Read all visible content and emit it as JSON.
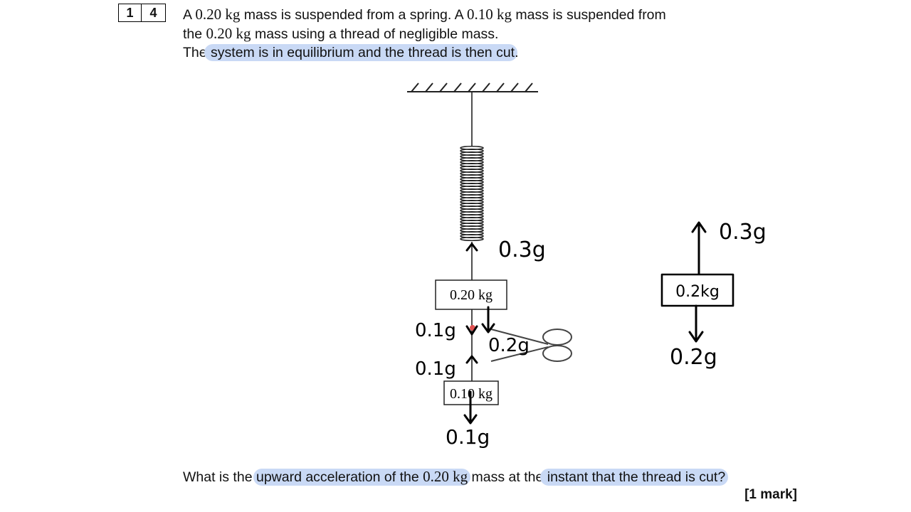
{
  "question": {
    "number_digits": [
      "1",
      "4"
    ],
    "intro": {
      "l1_a": "A ",
      "l1_m1": "0.20 kg",
      "l1_b": " mass is suspended from a spring.  A ",
      "l1_m2": "0.10 kg",
      "l1_c": " mass is suspended from",
      "l2_a": "the ",
      "l2_m": "0.20 kg",
      "l2_b": " mass using a thread of negligible mass.",
      "l3_a": "The",
      "l3_hl": " system is in equilibrium and the thread is then cut",
      "l3_b": "."
    },
    "prompt": {
      "a": "What is the ",
      "hl1": "upward acceleration of the ",
      "m": "0.20 kg",
      "b": " mass at the",
      "hl2": " instant that the thread is cut?"
    },
    "marks": "[1 mark]"
  },
  "diagram": {
    "upper_mass": "0.20 kg",
    "lower_mass": "0.10 kg",
    "annotations": {
      "spring_force": "0.3g",
      "thread_up": "0.1g",
      "upper_weight": "0.2g",
      "thread_tension_lower": "0.1g",
      "lower_weight": "0.1g"
    },
    "free_body": {
      "label": "0.2kg",
      "up_force": "0.3g",
      "down_force": "0.2g"
    },
    "highlight_color": "#c9d9f5"
  }
}
